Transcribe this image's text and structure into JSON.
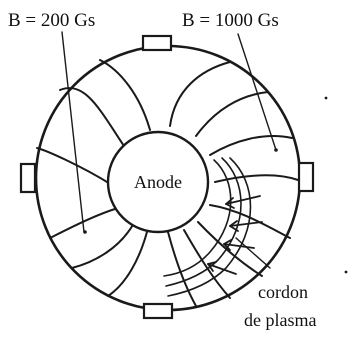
{
  "labels": {
    "field_low": "B = 200 Gs",
    "field_high": "B = 1000 Gs",
    "anode": "Anode",
    "plasma_line1": "cordon",
    "plasma_line2": "de plasma"
  },
  "colors": {
    "ink": "#1a1a1a",
    "background": "#ffffff"
  }
}
